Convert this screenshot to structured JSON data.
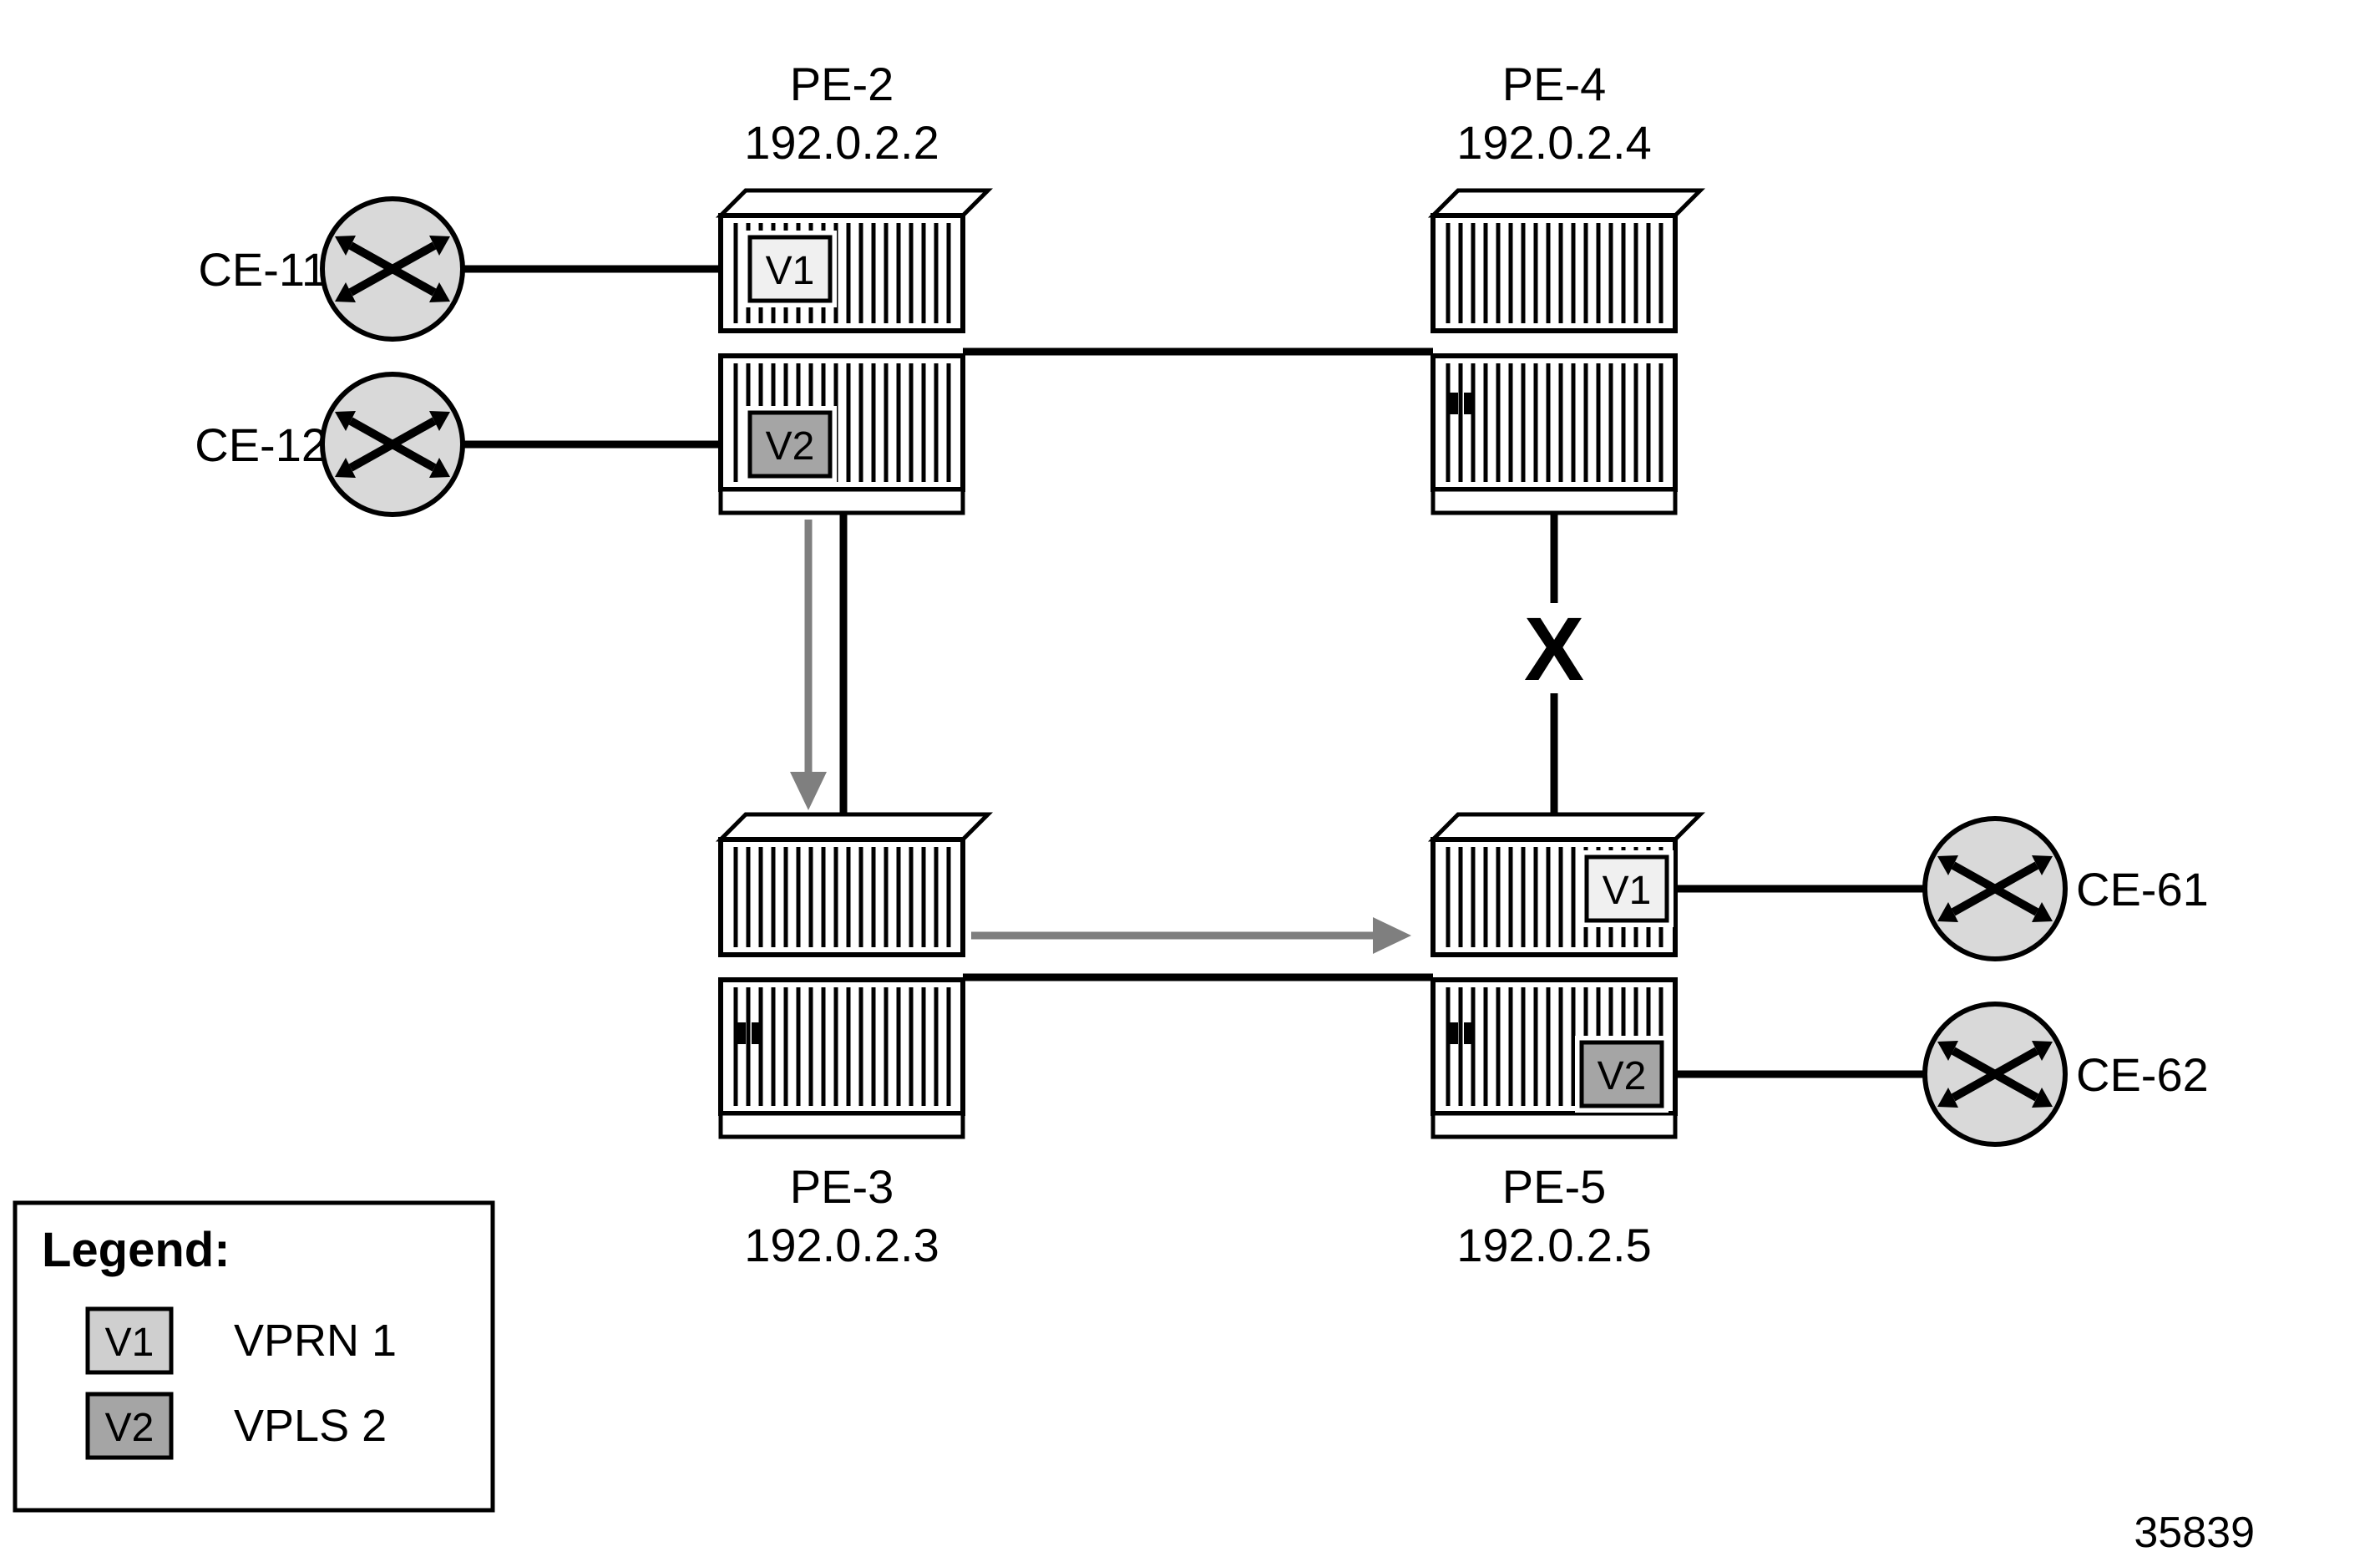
{
  "diagram": {
    "pe_nodes": [
      {
        "id": "pe-2",
        "name": "PE-2",
        "ip": "192.0.2.2"
      },
      {
        "id": "pe-4",
        "name": "PE-4",
        "ip": "192.0.2.4"
      },
      {
        "id": "pe-3",
        "name": "PE-3",
        "ip": "192.0.2.3"
      },
      {
        "id": "pe-5",
        "name": "PE-5",
        "ip": "192.0.2.5"
      }
    ],
    "ce_nodes": [
      {
        "id": "ce-11",
        "label": "CE-11"
      },
      {
        "id": "ce-12",
        "label": "CE-12"
      },
      {
        "id": "ce-61",
        "label": "CE-61"
      },
      {
        "id": "ce-62",
        "label": "CE-62"
      }
    ],
    "badges": {
      "v1": "V1",
      "v2": "V2"
    },
    "link_failure_mark": "X",
    "figure_number": "35839"
  },
  "legend": {
    "title": "Legend:",
    "items": [
      {
        "badge": "V1",
        "label": "VPRN 1"
      },
      {
        "badge": "V2",
        "label": "VPLS 2"
      }
    ]
  },
  "colors": {
    "failure_red": "#C8102E",
    "flow_arrow_gray": "#7F7F7F",
    "badge_v1_fill": "#F0F0F0",
    "badge_v2_fill": "#A5A5A5",
    "legend_v1_fill": "#CFCFCF",
    "legend_v2_fill": "#A5A5A5",
    "ce_fill": "#D9D9D9"
  }
}
